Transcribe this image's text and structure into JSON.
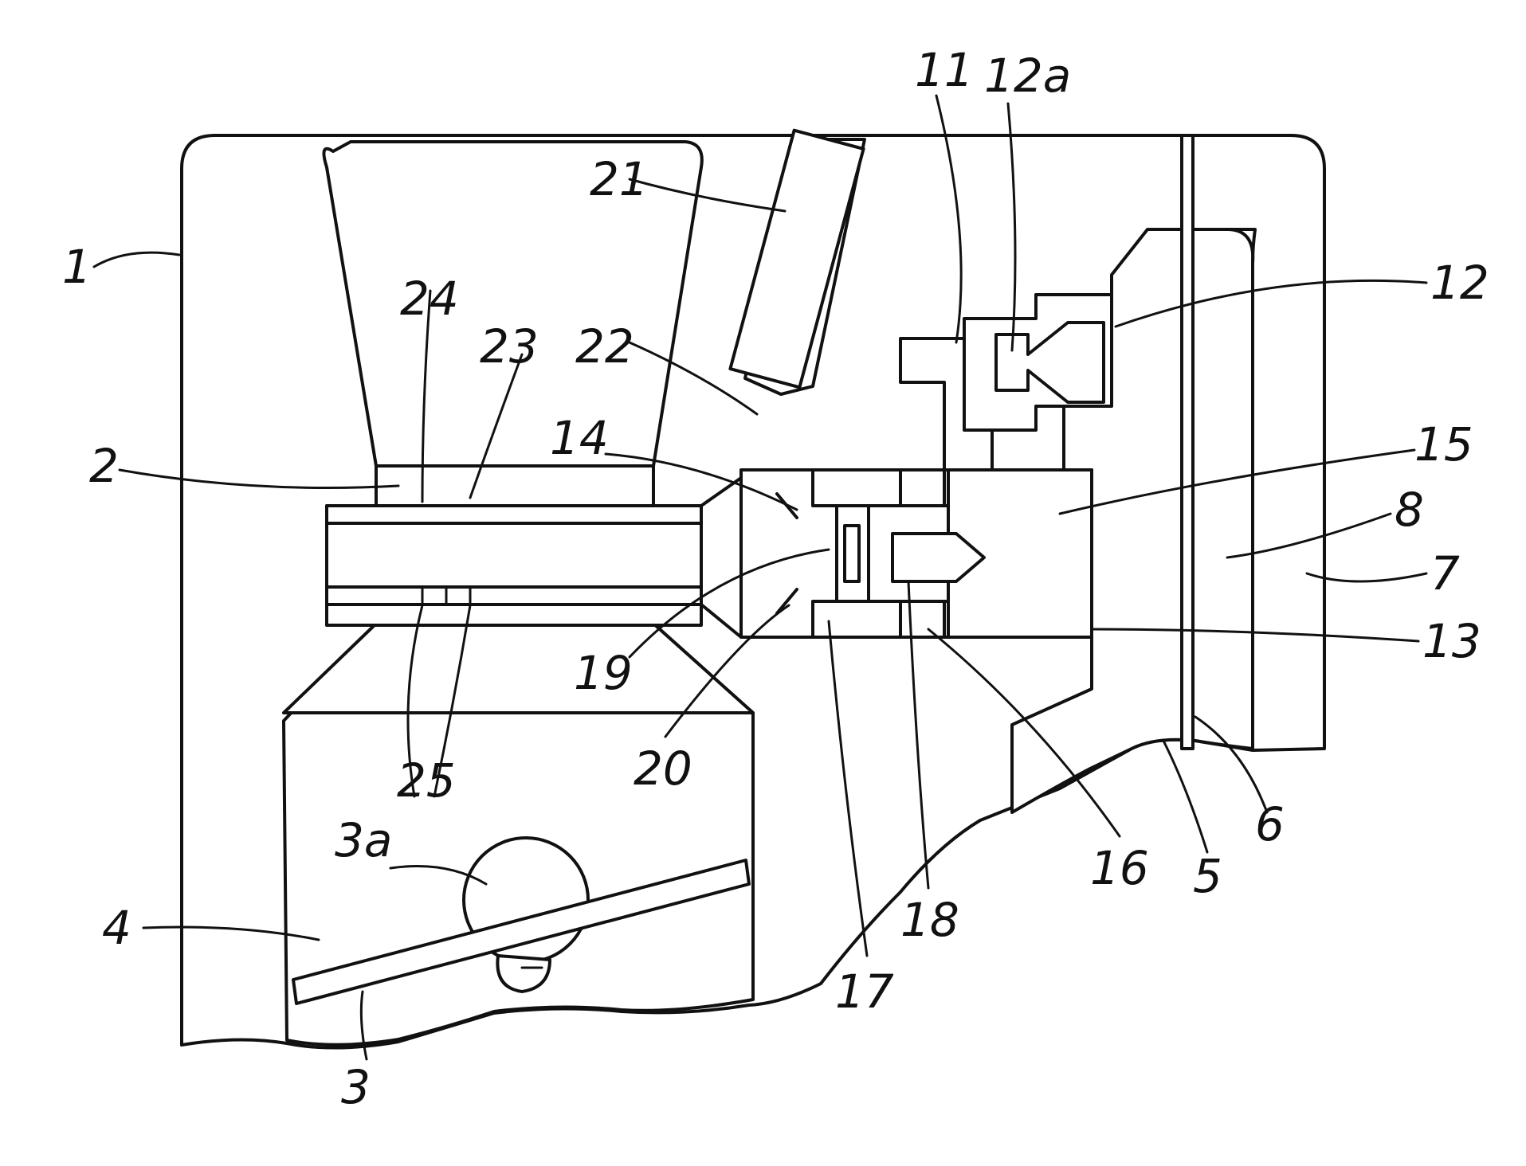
{
  "labels": {
    "l1": "1",
    "l2": "2",
    "l3": "3",
    "l3a": "3a",
    "l4": "4",
    "l5": "5",
    "l6": "6",
    "l7": "7",
    "l8": "8",
    "l11": "11",
    "l12": "12",
    "l12a": "12a",
    "l13": "13",
    "l14": "14",
    "l15": "15",
    "l16": "16",
    "l17": "17",
    "l18": "18",
    "l19": "19",
    "l20": "20",
    "l21": "21",
    "l22": "22",
    "l23": "23",
    "l24": "24",
    "l25": "25"
  },
  "colors": {
    "line": "#111111",
    "background": "#ffffff"
  }
}
